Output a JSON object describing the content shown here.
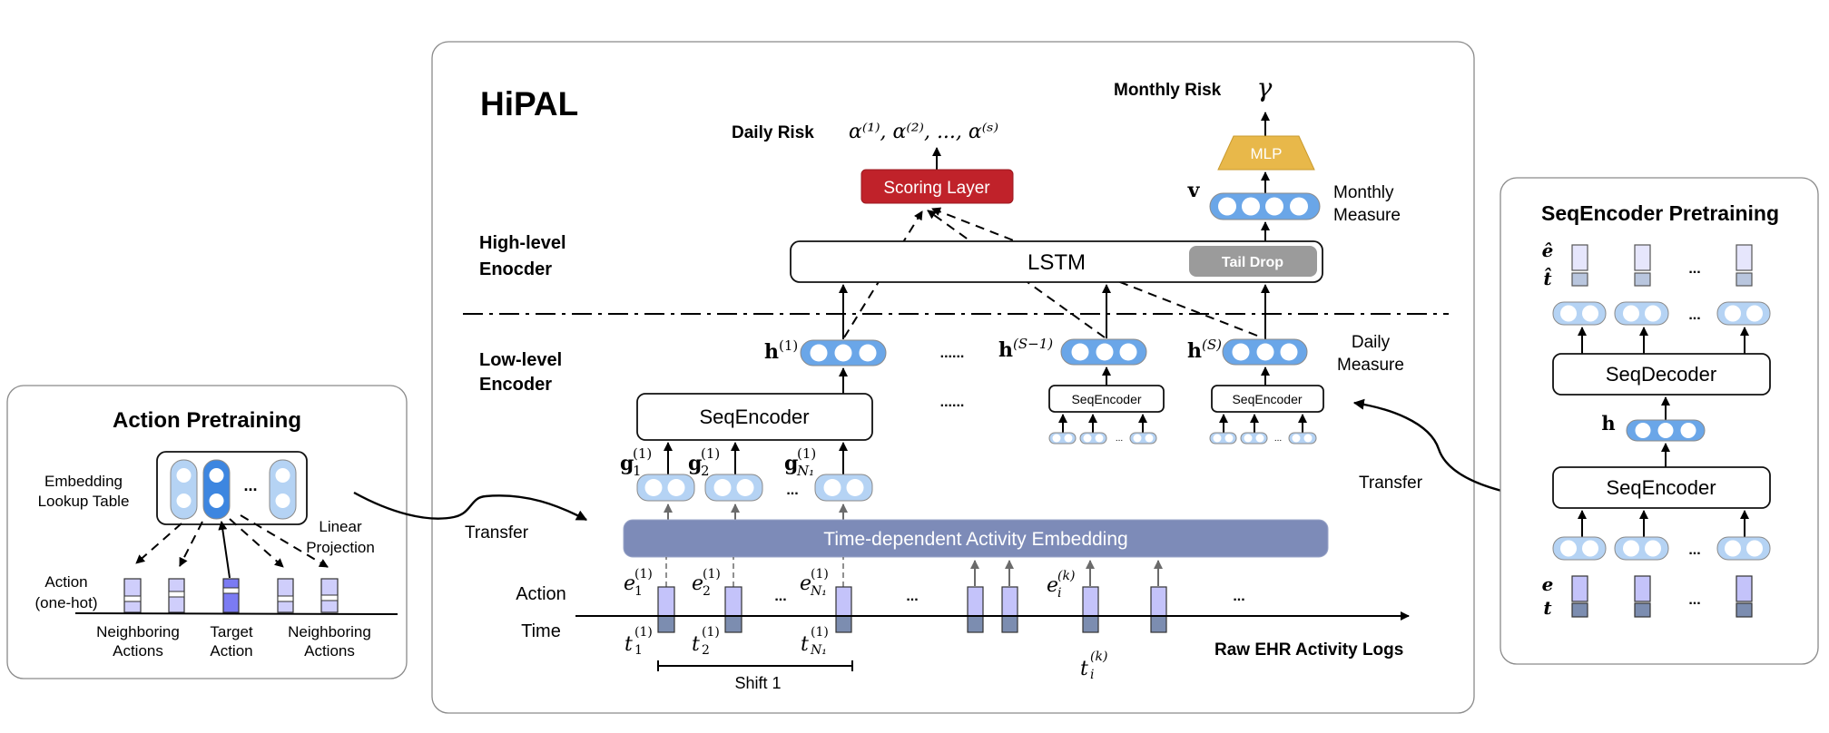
{
  "colors": {
    "scoring_layer": "#c0222a",
    "mlp": "#e8b84a",
    "tail_drop": "#9b9b9b",
    "embedding_bar": "#7d8bb8",
    "measure_pill": "#6aa6e8",
    "input_pill": "#b5d3f4",
    "action_bar": "#c4c3fa",
    "time_bar": "#7c8db0",
    "target_onehot": "#7b7bf3"
  },
  "action_pretraining": {
    "title": "Action Pretraining",
    "embedding_label_1": "Embedding",
    "embedding_label_2": "Lookup Table",
    "ellipsis": "...",
    "linear_label_1": "Linear",
    "linear_label_2": "Projection",
    "action_label_1": "Action",
    "action_label_2": "(one-hot)",
    "neighbor_left_1": "Neighboring",
    "neighbor_left_2": "Actions",
    "target_1": "Target",
    "target_2": "Action",
    "neighbor_right_1": "Neighboring",
    "neighbor_right_2": "Actions"
  },
  "transfer_left": "Transfer",
  "transfer_right": "Transfer",
  "hipal": {
    "title": "HiPAL",
    "daily_risk_label": "Daily Risk",
    "daily_risk_math": "α⁽¹⁾, α⁽²⁾, ..., α⁽ˢ⁾",
    "monthly_risk_label": "Monthly Risk",
    "monthly_risk_math": "γ",
    "scoring_layer": "Scoring Layer",
    "mlp": "MLP",
    "v_label": "v",
    "monthly_measure_1": "Monthly",
    "monthly_measure_2": "Measure",
    "high_level_1": "High-level",
    "high_level_2": "Enocder",
    "lstm": "LSTM",
    "tail_drop": "Tail Drop",
    "low_level_1": "Low-level",
    "low_level_2": "Encoder",
    "h1_label": "h",
    "h1_sup": "(1)",
    "hs1_label": "h",
    "hs1_sup": "(S−1)",
    "hs_label": "h",
    "hs_sup": "(S)",
    "daily_measure_1": "Daily",
    "daily_measure_2": "Measure",
    "ellipsis_long": "......",
    "seq_encoder_main": "SeqEncoder",
    "seq_encoder_small": "SeqEncoder",
    "g_labels": [
      {
        "base": "g",
        "sub": "1",
        "sup": "(1)"
      },
      {
        "base": "g",
        "sub": "2",
        "sup": "(1)"
      },
      {
        "base": "g",
        "sub": "N₁",
        "sup": "(1)"
      }
    ],
    "ellipsis": "...",
    "embedding": "Time-dependent Activity Embedding",
    "action_label": "Action",
    "time_label": "Time",
    "e_labels": [
      {
        "base": "e",
        "sub": "1",
        "sup": "(1)"
      },
      {
        "base": "e",
        "sub": "2",
        "sup": "(1)"
      },
      {
        "base": "e",
        "sub": "N₁",
        "sup": "(1)"
      },
      {
        "base": "e",
        "sub": "i",
        "sup": "(k)"
      }
    ],
    "t_labels": [
      {
        "base": "t",
        "sub": "1",
        "sup": "(1)"
      },
      {
        "base": "t",
        "sub": "2",
        "sup": "(1)"
      },
      {
        "base": "t",
        "sub": "N₁",
        "sup": "(1)"
      },
      {
        "base": "t",
        "sub": "i",
        "sup": "(k)"
      }
    ],
    "shift_label": "Shift 1",
    "raw_logs": "Raw EHR Activity Logs"
  },
  "seq_pretraining": {
    "title": "SeqEncoder Pretraining",
    "e_hat": "ê",
    "t_hat": "t̂",
    "seq_decoder": "SeqDecoder",
    "h_label": "h",
    "seq_encoder": "SeqEncoder",
    "e_label": "e",
    "t_label": "t",
    "ellipsis": "..."
  }
}
